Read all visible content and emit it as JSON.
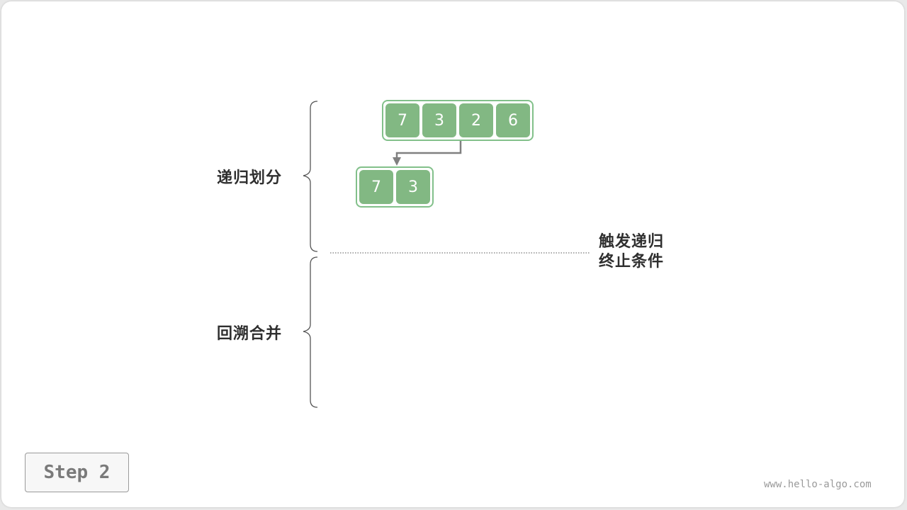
{
  "phases": {
    "divide_label": "递归划分",
    "merge_label": "回溯合并"
  },
  "trigger": {
    "line1": "触发递归",
    "line2": "终止条件"
  },
  "arrays": {
    "root": [
      "7",
      "3",
      "2",
      "6"
    ],
    "left_child": [
      "7",
      "3"
    ]
  },
  "colors": {
    "cell_fill": "#82b883",
    "array_border": "#82c08a",
    "arrow": "#808080",
    "brace": "#555555"
  },
  "footer": {
    "step_label": "Step 2",
    "watermark": "www.hello-algo.com"
  }
}
